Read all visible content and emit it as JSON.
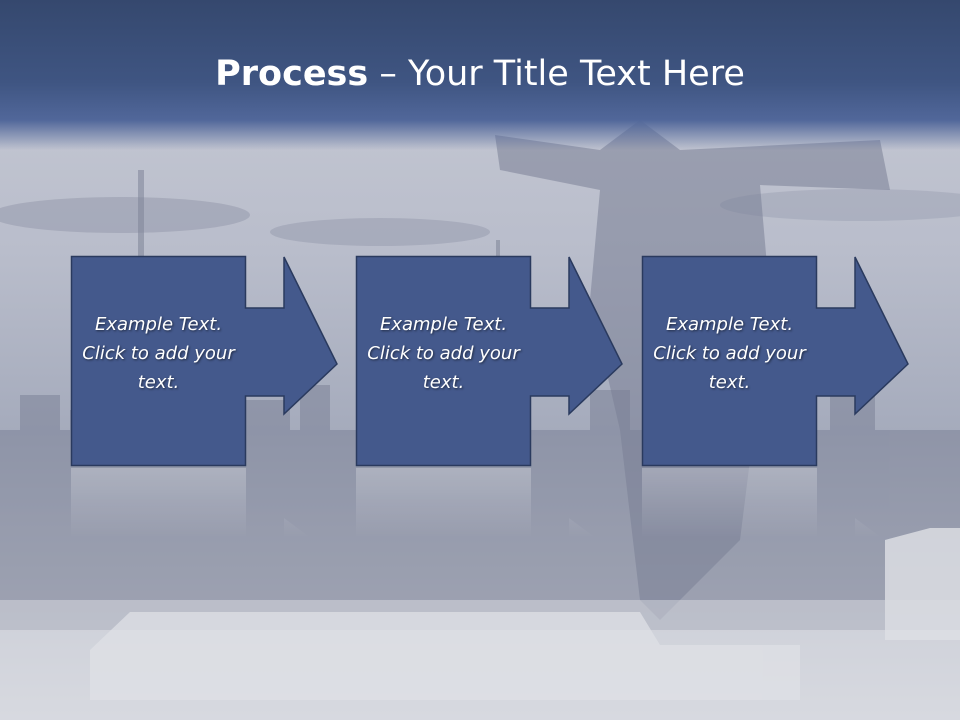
{
  "slide": {
    "title_bold": "Process",
    "title_rest": " – Your Title Text Here"
  },
  "steps": [
    {
      "text": "Example Text. Click  to add your text."
    },
    {
      "text": "Example Text. Click  to add your text."
    },
    {
      "text": "Example Text. Click  to add your text."
    }
  ],
  "colors": {
    "box_fill": "#44598c",
    "box_border": "#2a3a5e",
    "title_band": "#3f5582",
    "text": "#ffffff"
  }
}
